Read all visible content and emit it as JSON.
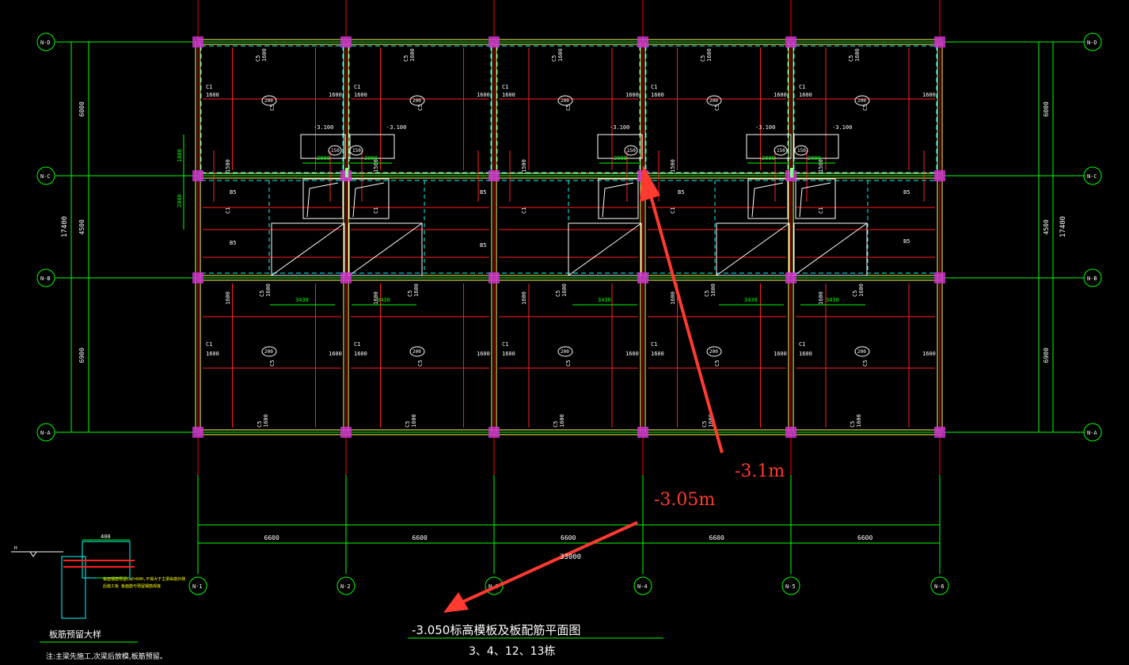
{
  "drawing": {
    "title": "-3.050标高模板及板配筋平面图",
    "subtitle": "3、4、12、13栋",
    "detail_title": "板筋预留大样",
    "detail_note": "注:主梁先施工,次梁后放模,板筋预留。",
    "detail_dim": "400",
    "detail_mark": "H",
    "detail_callout_1": "板面钢筋预留LaE=600,不得大于主梁纵筋外侧",
    "detail_callout_2": "后施工板 板面筋与预留钢筋焊接"
  },
  "axes": {
    "columns": [
      "N-1",
      "N-2",
      "N-3",
      "N-4",
      "N-5",
      "N-6"
    ],
    "rows": [
      "N-D",
      "N-C",
      "N-B",
      "N-A"
    ]
  },
  "dimensions": {
    "bay_widths": [
      "6600",
      "6600",
      "6600",
      "6600",
      "6600"
    ],
    "total_width": "33000",
    "row_spacings": [
      "6000",
      "4500",
      "6900"
    ],
    "total_depth": "17400",
    "left_extra": [
      "1800",
      "2000"
    ]
  },
  "slab_labels": {
    "thickness_200": "200",
    "thickness_150": "150",
    "rebar_c5": "C5",
    "rebar_c1": "C1",
    "rebar_b5": "B5",
    "len_1600": "1600",
    "len_1500": "1500",
    "len_2000": "2000",
    "len_3430": "3430",
    "level_3100": "-3.100"
  },
  "annotations": {
    "note_1": "-3.1m",
    "note_2": "-3.05m"
  },
  "colors": {
    "grid": "#00ff00",
    "axis": "#ff0000",
    "beam": "#ffff66",
    "column": "#cc33cc",
    "dashed": "#00ffff",
    "rebar": "#ff2020",
    "text": "#ffffff",
    "arrow": "#ff3b30"
  }
}
